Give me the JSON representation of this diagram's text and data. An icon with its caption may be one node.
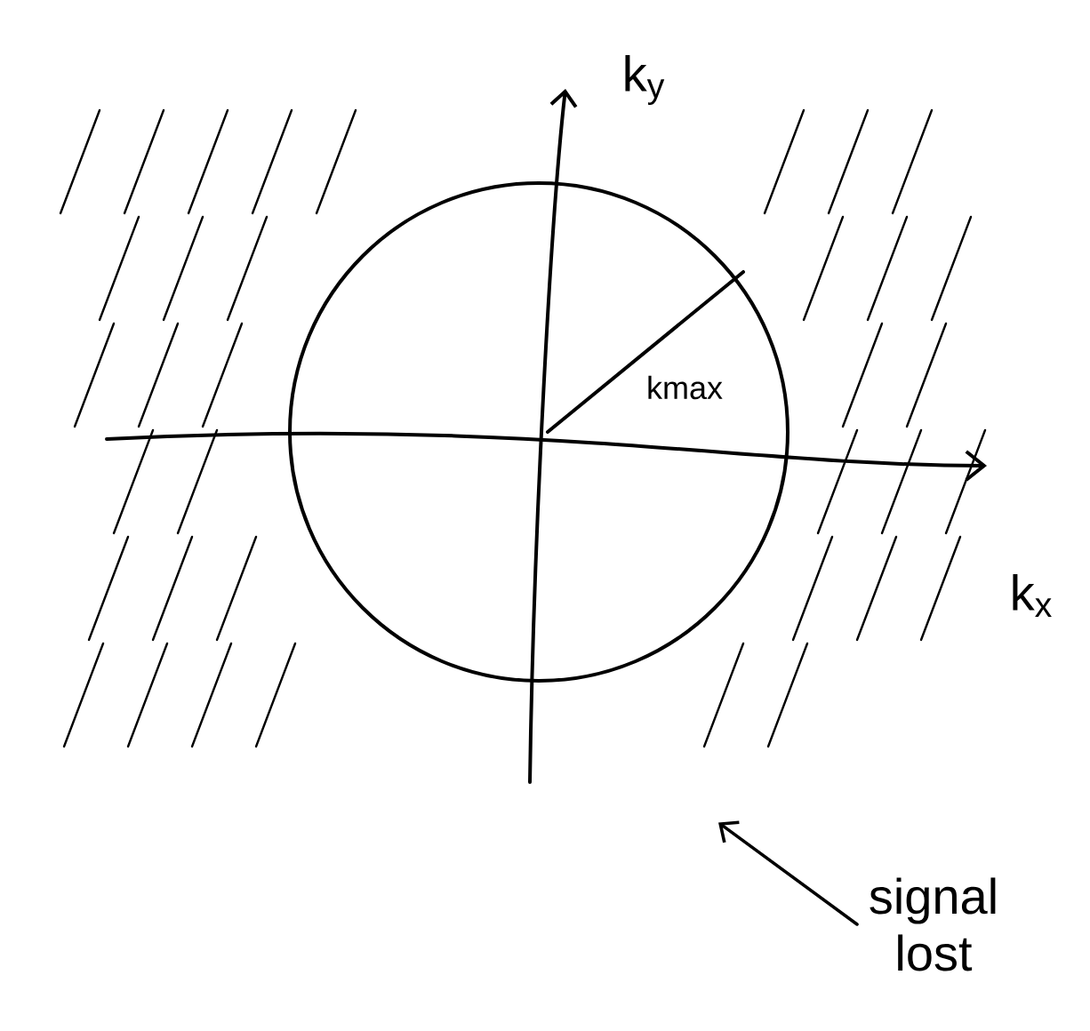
{
  "diagram": {
    "nodes": [
      {
        "text": [
          "signal lost"
        ]
      },
      {
        "text": [],
        "shape": "hatching"
      }
    ],
    "edges": [
      {
        "from": 0,
        "to": 1,
        "arrow": "to"
      }
    ],
    "labels": [
      "k$_{y}$",
      "kmax",
      "k$_{x}$"
    ]
  }
}
